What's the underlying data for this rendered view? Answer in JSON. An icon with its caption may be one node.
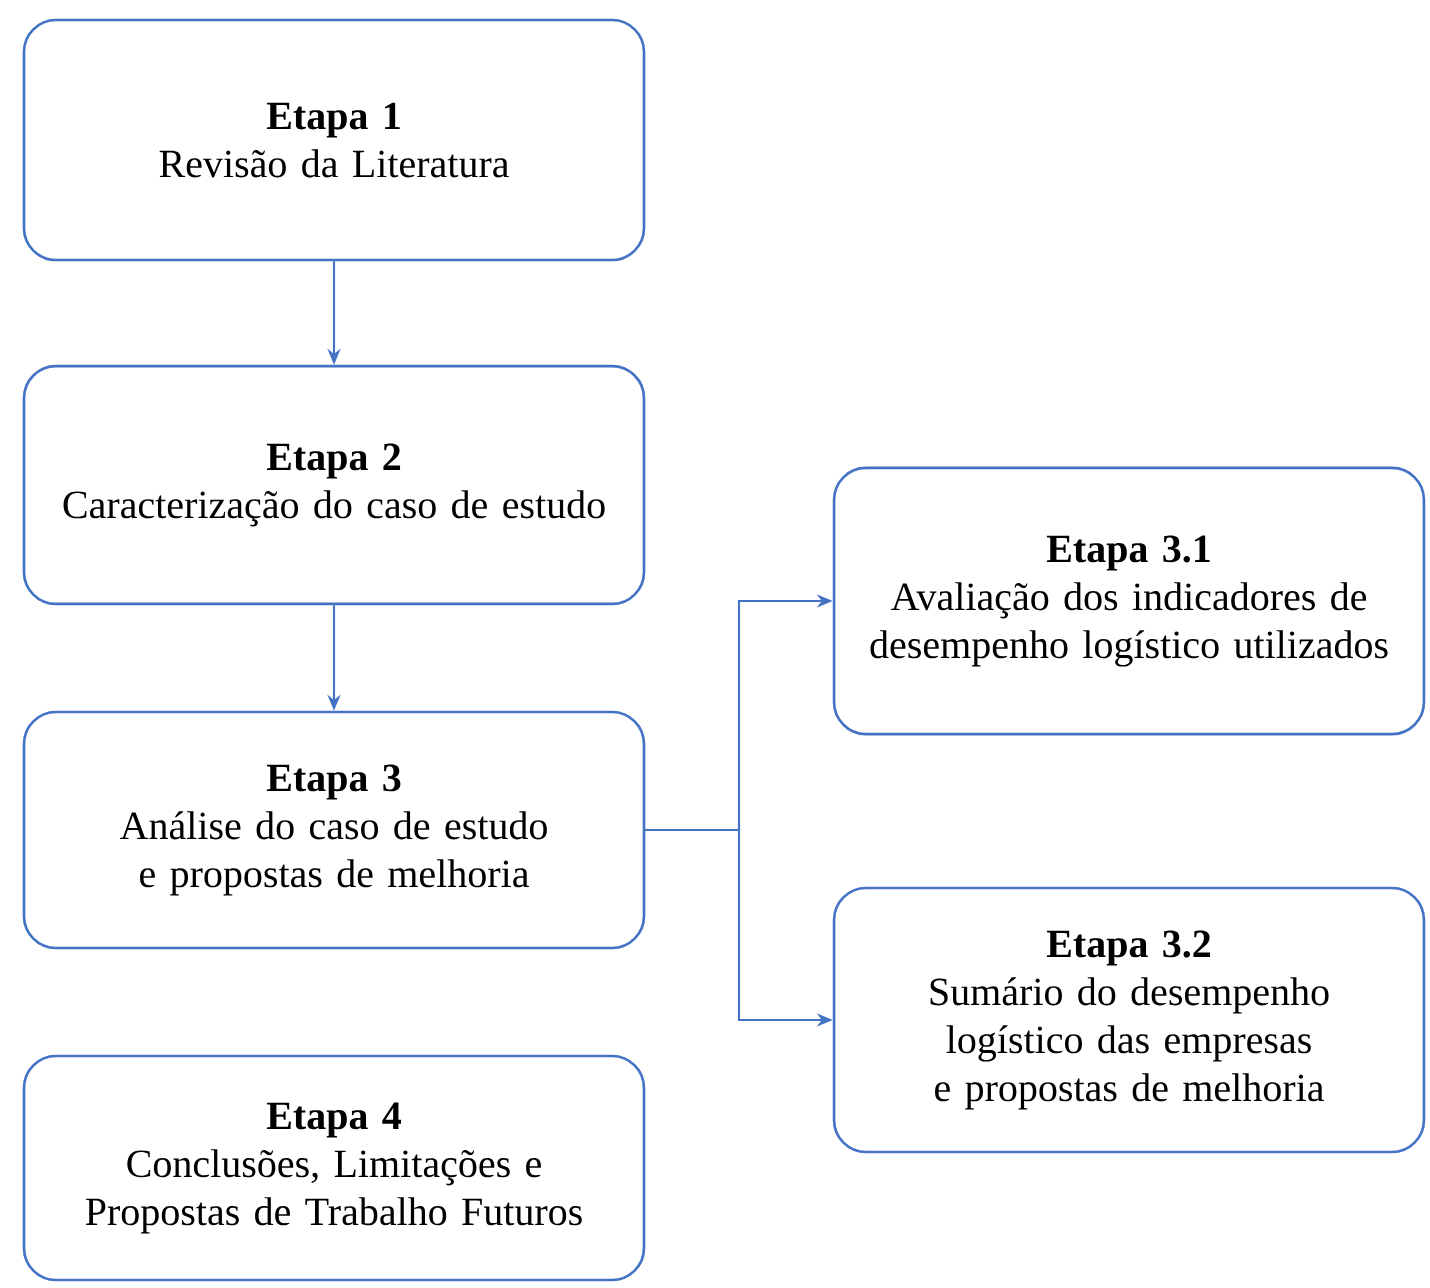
{
  "diagram": {
    "nodes": [
      {
        "text": [
          "Etapa 1",
          "Revisão da Literatura"
        ]
      },
      {
        "text": [
          "Etapa 2",
          "Caracterização do caso de estudo"
        ]
      },
      {
        "text": [
          "Etapa 3",
          "Análise do caso de estudo e propostas de melhoria"
        ]
      },
      {
        "text": [
          "Etapa 4",
          "Conclusões, Limitações e Propostas de Trabalho Futuros"
        ]
      },
      {
        "text": [
          "Etapa 3.1",
          "Avaliação dos indicadores de desempenho logístico utilizados"
        ]
      },
      {
        "text": [
          "Etapa 3.2",
          "Sumário do desempenho logístico das empresas e propostas de melhoria"
        ]
      }
    ],
    "edges": [
      {
        "from": 0,
        "to": 1,
        "arrow": "to"
      },
      {
        "from": 1,
        "to": 2,
        "arrow": "to"
      },
      {
        "from": 2,
        "to": 4,
        "arrow": "to"
      },
      {
        "from": 2,
        "to": 5,
        "arrow": "to"
      }
    ]
  }
}
